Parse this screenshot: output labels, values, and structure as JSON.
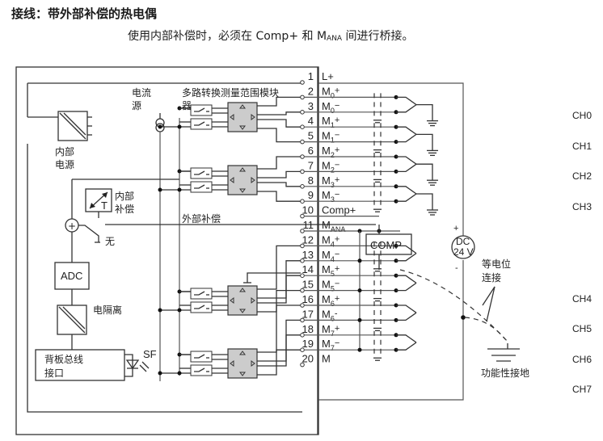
{
  "header": {
    "title": "接线：带外部补偿的热电偶",
    "note_prefix": "使用内部补偿时，必须在 Comp+ 和 M",
    "note_sub": "ANA",
    "note_suffix": " 间进行桥接。"
  },
  "labels": {
    "internal_power": [
      "内部",
      "电源"
    ],
    "current_source": [
      "电流",
      "源"
    ],
    "multiplexer": [
      "多路转换测量范围模块",
      "器"
    ],
    "internal_comp": [
      "内部",
      "补偿"
    ],
    "none": "无",
    "external_comp": "外部补偿",
    "adc": "ADC",
    "isolation": "电隔离",
    "backplane": [
      "背板总线",
      "接口"
    ],
    "sf": "SF",
    "comp_box": "COMP",
    "dc_supply": [
      "DC",
      "24 V"
    ],
    "dc_plus": "+",
    "dc_minus": "-",
    "equipotential": [
      "等电位",
      "连接"
    ],
    "functional_ground": "功能性接地",
    "temp_symbol": "T",
    "plus_symbol": "+"
  },
  "terminals": [
    {
      "num": "1",
      "name": "L+",
      "sub": "",
      "sign": ""
    },
    {
      "num": "2",
      "name": "M",
      "sub": "0",
      "sign": "+"
    },
    {
      "num": "3",
      "name": "M",
      "sub": "0",
      "sign": "−"
    },
    {
      "num": "4",
      "name": "M",
      "sub": "1",
      "sign": "+"
    },
    {
      "num": "5",
      "name": "M",
      "sub": "1",
      "sign": "−"
    },
    {
      "num": "6",
      "name": "M",
      "sub": "2",
      "sign": "+"
    },
    {
      "num": "7",
      "name": "M",
      "sub": "2",
      "sign": "−"
    },
    {
      "num": "8",
      "name": "M",
      "sub": "3",
      "sign": "+"
    },
    {
      "num": "9",
      "name": "M",
      "sub": "3",
      "sign": "−"
    },
    {
      "num": "10",
      "name": "Comp+",
      "sub": "",
      "sign": ""
    },
    {
      "num": "11",
      "name": "M",
      "sub": "ANA",
      "sign": ""
    },
    {
      "num": "12",
      "name": "M",
      "sub": "4",
      "sign": "+"
    },
    {
      "num": "13",
      "name": "M",
      "sub": "4",
      "sign": "−"
    },
    {
      "num": "14",
      "name": "M",
      "sub": "5",
      "sign": "+"
    },
    {
      "num": "15",
      "name": "M",
      "sub": "5",
      "sign": "−"
    },
    {
      "num": "16",
      "name": "M",
      "sub": "6",
      "sign": "+"
    },
    {
      "num": "17",
      "name": "M",
      "sub": "6",
      "sign": "-"
    },
    {
      "num": "18",
      "name": "M",
      "sub": "7",
      "sign": "+"
    },
    {
      "num": "19",
      "name": "M",
      "sub": "7",
      "sign": "−"
    },
    {
      "num": "20",
      "name": "M",
      "sub": "",
      "sign": ""
    }
  ],
  "channels": [
    "CH0",
    "CH1",
    "CH2",
    "CH3",
    "CH4",
    "CH5",
    "CH6",
    "CH7"
  ]
}
